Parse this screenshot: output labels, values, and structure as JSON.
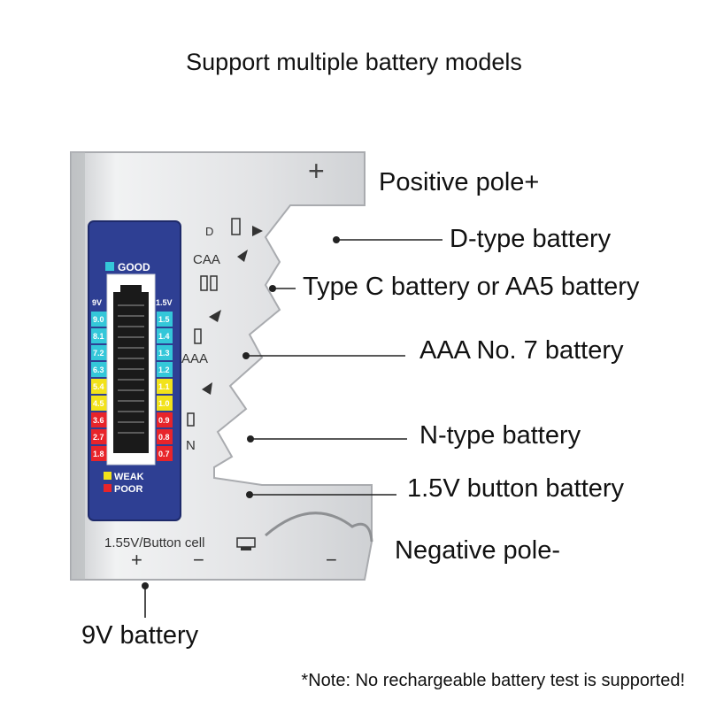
{
  "title": "Support multiple battery models",
  "callouts": {
    "positive_pole": "Positive pole+",
    "d_type": "D-type battery",
    "type_c": "Type C battery or AA5 battery",
    "aaa": "AAA No. 7 battery",
    "n_type": "N-type battery",
    "button": "1.5V button battery",
    "negative_pole": "Negative pole-",
    "nine_v": "9V battery"
  },
  "note": "*Note: No rechargeable battery test is supported!",
  "device": {
    "slot_labels": {
      "d": "D",
      "caa": "CAA",
      "aaa": "AAA",
      "n": "N"
    },
    "plus_sign": "+",
    "minus_sign": "−",
    "bottom_label": "1.55V/Button cell",
    "display": {
      "good": "GOOD",
      "weak": "WEAK",
      "poor": "POOR",
      "left_header": "9V",
      "right_header": "1.5V",
      "left_scale": [
        "9.0",
        "8.1",
        "7.2",
        "6.3",
        "5.4",
        "4.5",
        "3.6",
        "2.7",
        "1.8"
      ],
      "right_scale": [
        "1.5",
        "1.4",
        "1.3",
        "1.2",
        "1.1",
        "1.0",
        "0.9",
        "0.8",
        "0.7"
      ],
      "scale_colors": [
        "#34c7d9",
        "#34c7d9",
        "#34c7d9",
        "#34c7d9",
        "#f2e21a",
        "#f2e21a",
        "#e8242a",
        "#e8242a",
        "#e8242a"
      ]
    }
  }
}
